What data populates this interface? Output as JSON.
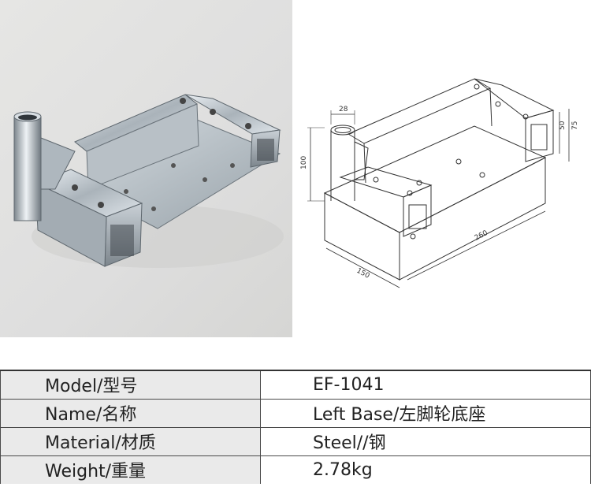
{
  "drawing": {
    "dim_pipe_diameter": "28",
    "dim_height": "100",
    "dim_width": "150",
    "dim_length": "260",
    "dim_tube_height": "50",
    "dim_tube_width": "75"
  },
  "specs": [
    {
      "label": "Model/型号",
      "value": "EF-1041"
    },
    {
      "label": "Name/名称",
      "value": "Left Base/左脚轮底座"
    },
    {
      "label": "Material/材质",
      "value": "Steel//钢"
    },
    {
      "label": "Weight/重量",
      "value": "2.78kg"
    }
  ],
  "colors": {
    "photo_background": "#dedede",
    "label_cell_background": "#eaeaea",
    "steel": "#b9c0c6"
  }
}
